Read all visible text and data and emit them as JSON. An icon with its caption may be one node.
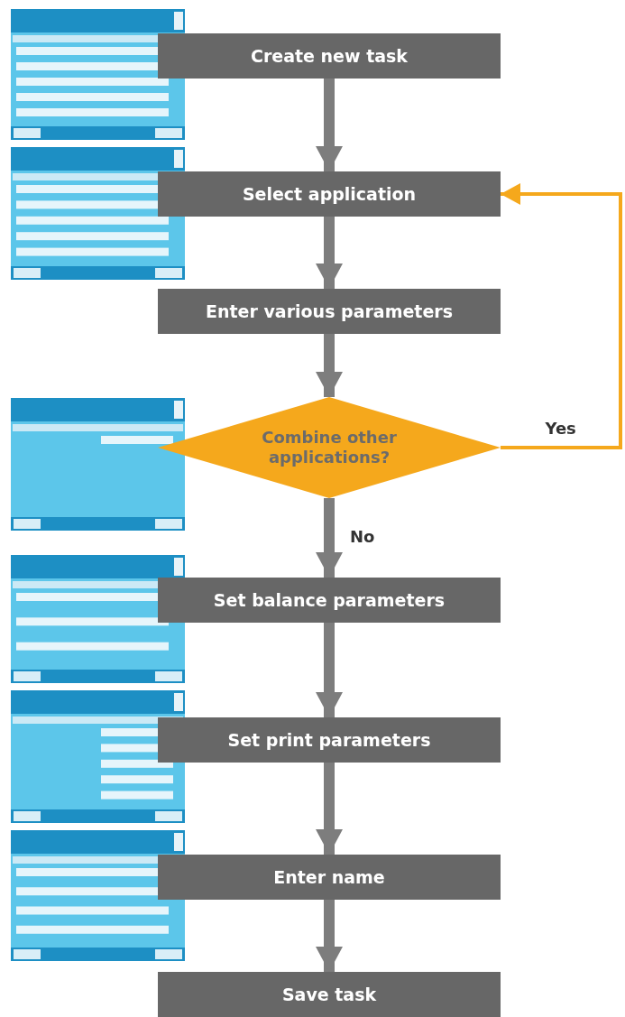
{
  "diagram": {
    "nodes": [
      {
        "text": [
          "Create new task"
        ]
      },
      {
        "text": [
          "Select application"
        ]
      },
      {
        "text": [
          "Enter various parameters"
        ]
      },
      {
        "text": [
          "Combine other applications?"
        ]
      },
      {
        "text": [
          "Set balance parameters"
        ]
      },
      {
        "text": [
          "Set print parameters"
        ]
      },
      {
        "text": [
          "Enter name"
        ]
      },
      {
        "text": [
          "Save task"
        ]
      }
    ],
    "edges": [
      {
        "from": 0,
        "to": 1,
        "arrow": "to"
      },
      {
        "from": 1,
        "to": 2,
        "arrow": "to"
      },
      {
        "from": 2,
        "to": 3,
        "arrow": "to"
      },
      {
        "from": 3,
        "to": 4,
        "arrow": "to",
        "label": "No"
      },
      {
        "from": 3,
        "to": 1,
        "arrow": "to",
        "label": "Yes",
        "color": "#f5a81c"
      },
      {
        "from": 4,
        "to": 5,
        "arrow": "to"
      },
      {
        "from": 5,
        "to": 6,
        "arrow": "to"
      },
      {
        "from": 6,
        "to": 7,
        "arrow": "to"
      }
    ]
  }
}
